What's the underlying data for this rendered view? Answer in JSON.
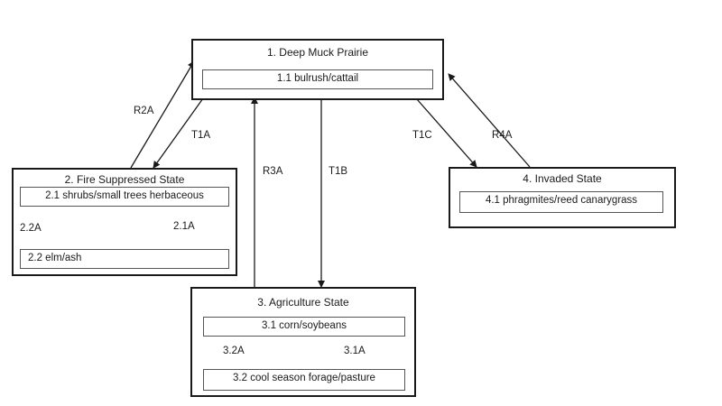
{
  "states": {
    "s1": {
      "title": "1. Deep Muck Prairie",
      "phases": [
        "1.1 bulrush/cattail"
      ]
    },
    "s2": {
      "title": "2. Fire Suppressed State",
      "phases": [
        "2.1 shrubs/small trees herbaceous",
        "2.2 elm/ash"
      ]
    },
    "s3": {
      "title": "3. Agriculture State",
      "phases": [
        "3.1 corn/soybeans",
        "3.2 cool season forage/pasture"
      ]
    },
    "s4": {
      "title": "4. Invaded State",
      "phases": [
        "4.1 phragmites/reed canarygrass"
      ]
    }
  },
  "transitions": {
    "r2a": "R2A",
    "t1a": "T1A",
    "r3a": "R3A",
    "t1b": "T1B",
    "t1c": "T1C",
    "r4a": "R4A",
    "p22a": "2.2A",
    "p21a": "2.1A",
    "p32a": "3.2A",
    "p31a": "3.1A"
  }
}
